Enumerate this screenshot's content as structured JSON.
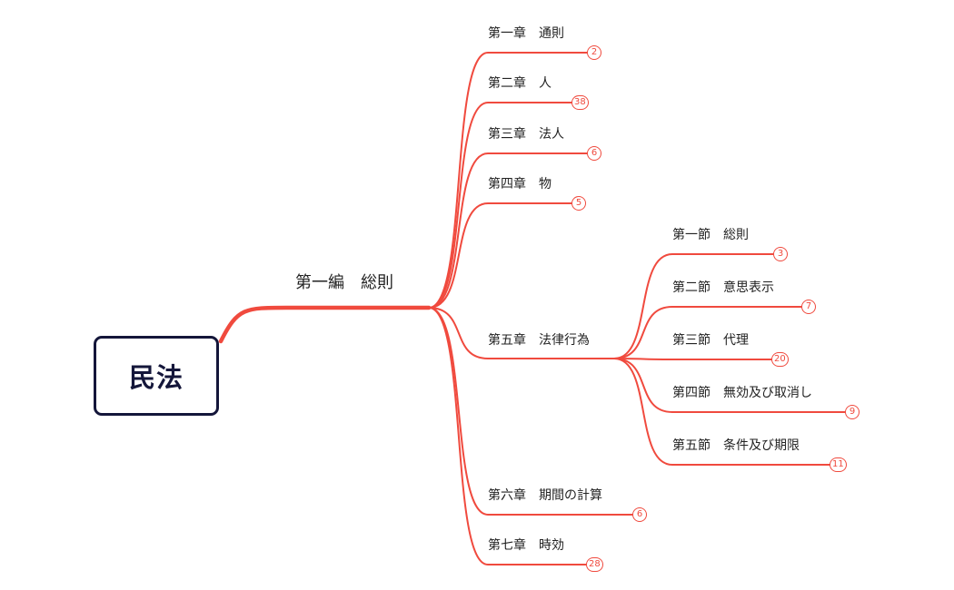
{
  "colors": {
    "connector": "#f04a3e",
    "root_border": "#14163a",
    "text": "#222222"
  },
  "root": {
    "label": "民法"
  },
  "branch": {
    "label": "第一編　総則",
    "chapters": [
      {
        "label": "第一章　通則",
        "count": "2"
      },
      {
        "label": "第二章　人",
        "count": "38"
      },
      {
        "label": "第三章　法人",
        "count": "6"
      },
      {
        "label": "第四章　物",
        "count": "5"
      },
      {
        "label": "第五章　法律行為",
        "sections": [
          {
            "label": "第一節　総則",
            "count": "3"
          },
          {
            "label": "第二節　意思表示",
            "count": "7"
          },
          {
            "label": "第三節　代理",
            "count": "20"
          },
          {
            "label": "第四節　無効及び取消し",
            "count": "9"
          },
          {
            "label": "第五節　条件及び期限",
            "count": "11"
          }
        ]
      },
      {
        "label": "第六章　期間の計算",
        "count": "6"
      },
      {
        "label": "第七章　時効",
        "count": "28"
      }
    ]
  }
}
